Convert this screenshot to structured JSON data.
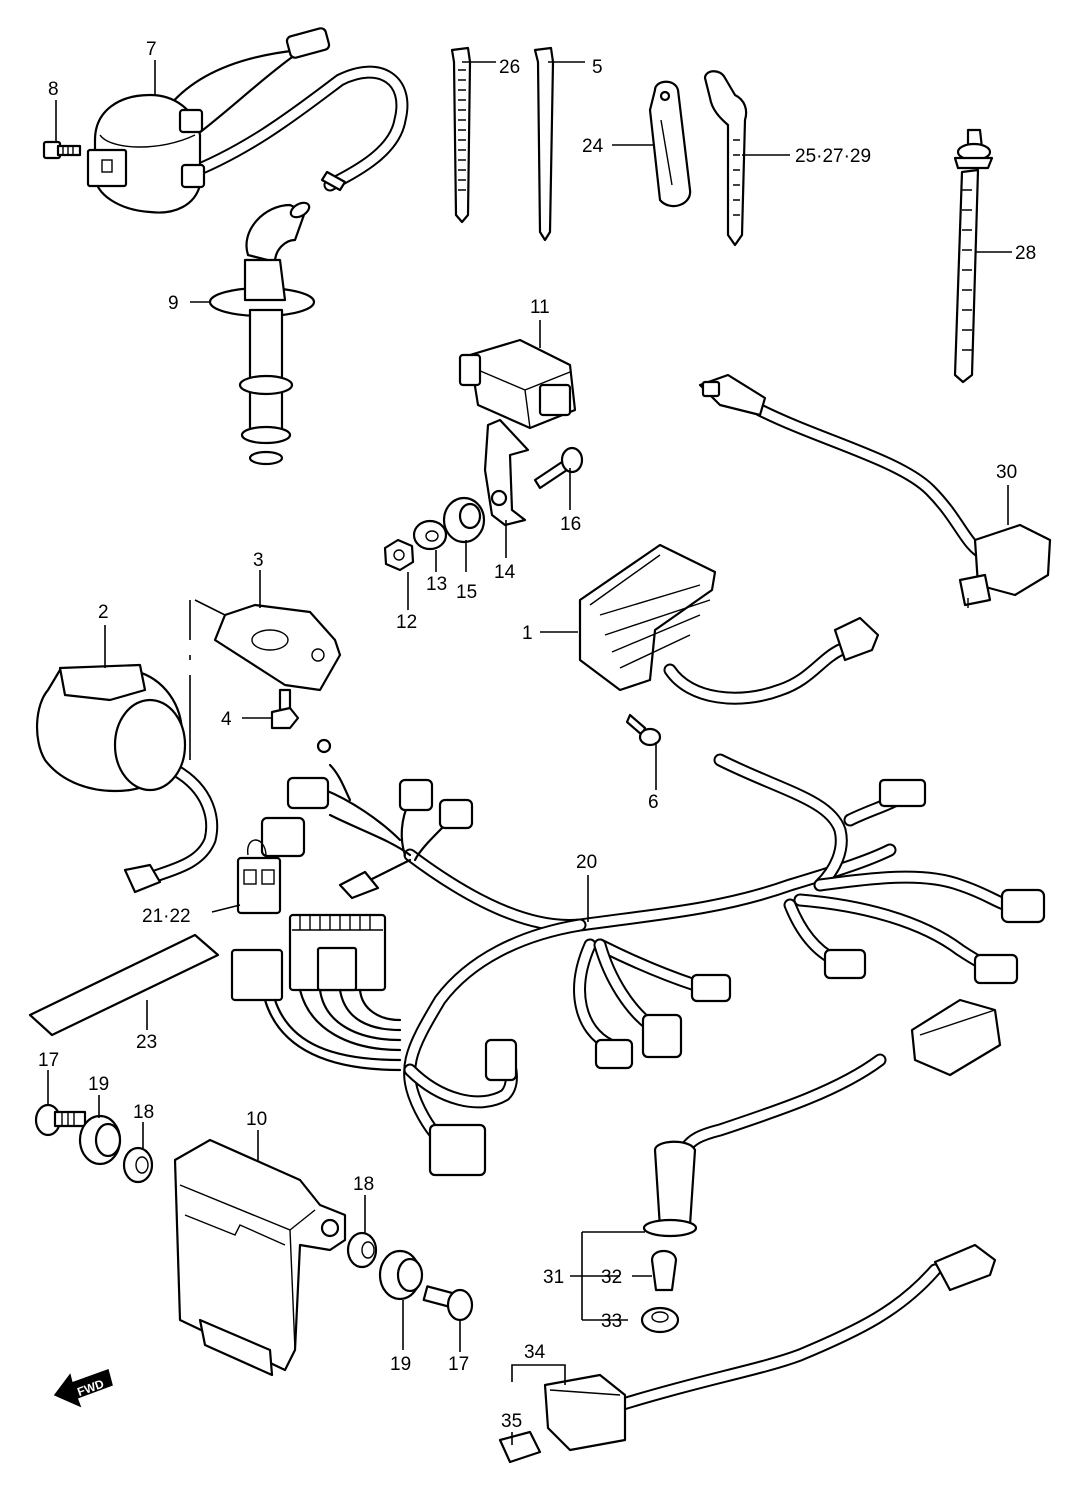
{
  "callouts": {
    "c7": "7",
    "c8": "8",
    "c9": "9",
    "c26": "26",
    "c5": "5",
    "c24": "24",
    "c25": "25·27·29",
    "c28": "28",
    "c11": "11",
    "c16": "16",
    "c12": "12",
    "c13": "13",
    "c15": "15",
    "c14": "14",
    "c3": "3",
    "c2": "2",
    "c4": "4",
    "c30": "30",
    "c1": "1",
    "c6": "6",
    "c20": "20",
    "c21": "21·22",
    "c23": "23",
    "c17a": "17",
    "c19a": "19",
    "c18a": "18",
    "c10": "10",
    "c18b": "18",
    "c19b": "19",
    "c17b": "17",
    "c31": "31",
    "c32": "32",
    "c33": "33",
    "c34": "34",
    "c35": "35"
  },
  "fwd_label": "FWD"
}
